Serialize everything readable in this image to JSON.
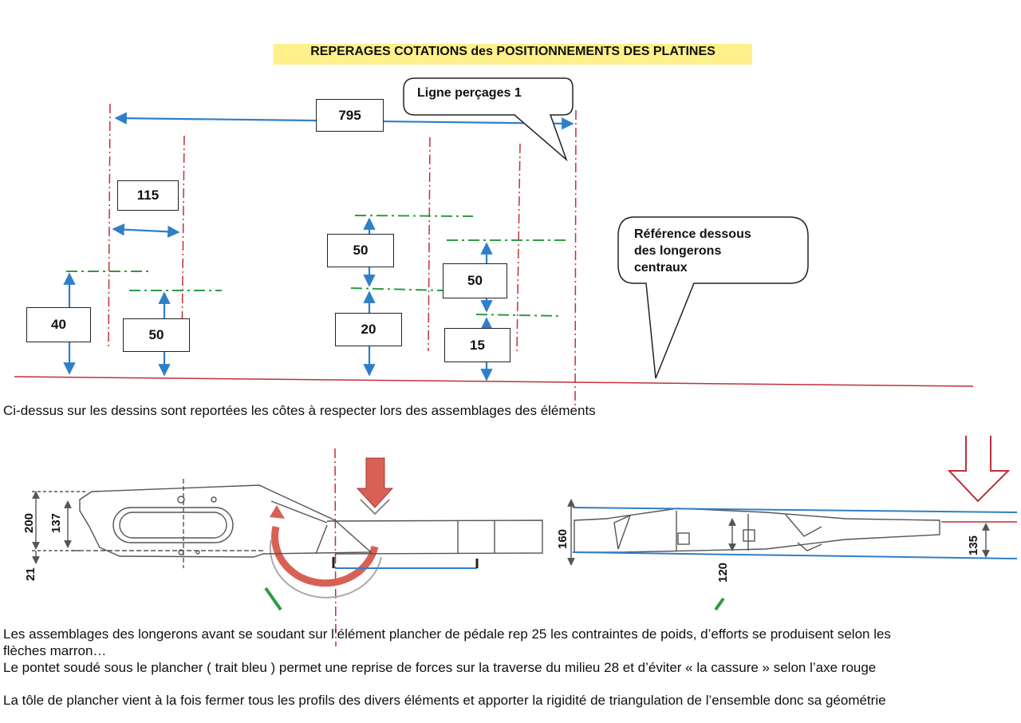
{
  "title": "REPERAGES COTATIONS des POSITIONNEMENTS DES PLATINES",
  "callouts": {
    "ligne": "Ligne  perçages 1",
    "reference_1": "Référence dessous",
    "reference_2": "des longerons",
    "reference_3": "centraux"
  },
  "dimensions": {
    "d795": "795",
    "d115": "115",
    "d40": "40",
    "d50a": "50",
    "d50b": "50",
    "d20": "20",
    "d50c": "50",
    "d15": "15",
    "d200": "200",
    "d137": "137",
    "d21": "21",
    "d160": "160",
    "d120": "120",
    "d135": "135"
  },
  "captions": {
    "line1": "Ci-dessus sur les dessins sont reportées les côtes à respecter lors des assemblages des éléments",
    "line2": "Les assemblages des longerons avant se soudant sur l’élément plancher de pédale rep 25 les contraintes de poids, d’efforts se produisent selon les",
    "line3": "flèches marron…",
    "line4": "Le pontet soudé sous le plancher ( trait bleu ) permet une reprise de forces sur la traverse du milieu 28 et d’éviter «  la cassure » selon l’axe rouge",
    "line5": "La tôle de plancher vient à la fois fermer tous les profils des divers éléments et apporter la rigidité de triangulation de l’ensemble donc sa géométrie"
  },
  "colors": {
    "blue": "#2f7fc8",
    "red": "#c0303a",
    "green": "#2e9b45",
    "highlight": "#fef08a",
    "drawing": "#555555"
  }
}
